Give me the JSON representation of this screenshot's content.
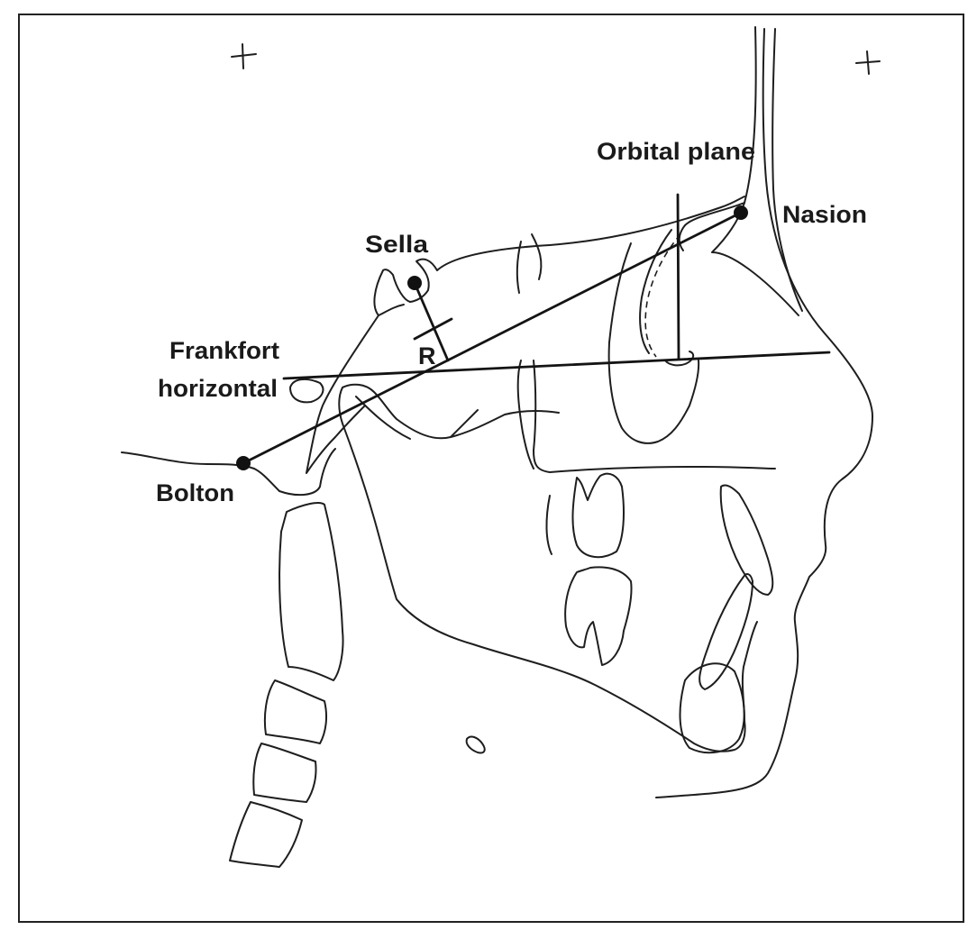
{
  "labels": {
    "orbital_plane": "Orbital plane",
    "nasion": "Nasion",
    "sella": "Sella",
    "frankfort_line1": "Frankfort",
    "frankfort_line2": "horizontal",
    "r": "R",
    "bolton": "Bolton"
  },
  "colors": {
    "ink": "#1a1a1a",
    "background": "#ffffff",
    "frame": "#222222"
  }
}
